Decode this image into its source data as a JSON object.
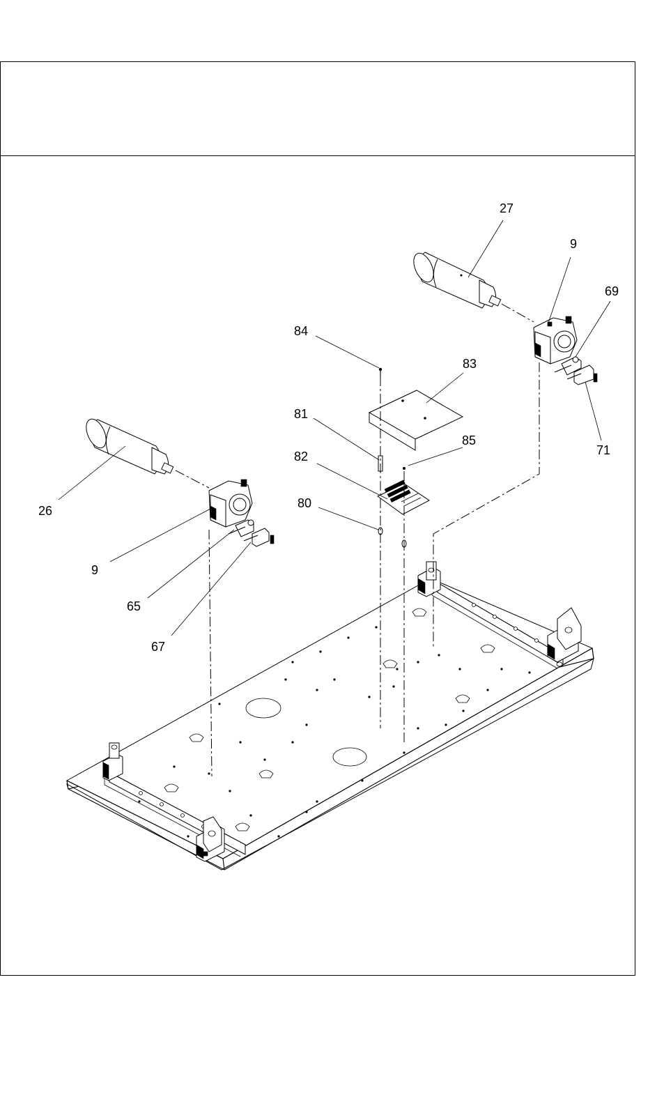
{
  "header": {
    "title": ""
  },
  "callouts": [
    {
      "id": "c27",
      "text": "27"
    },
    {
      "id": "c9a",
      "text": "9"
    },
    {
      "id": "c69",
      "text": "69"
    },
    {
      "id": "c84",
      "text": "84"
    },
    {
      "id": "c83",
      "text": "83"
    },
    {
      "id": "c81",
      "text": "81"
    },
    {
      "id": "c85",
      "text": "85"
    },
    {
      "id": "c71",
      "text": "71"
    },
    {
      "id": "c82",
      "text": "82"
    },
    {
      "id": "c80",
      "text": "80"
    },
    {
      "id": "c26",
      "text": "26"
    },
    {
      "id": "c9b",
      "text": "9"
    },
    {
      "id": "c65",
      "text": "65"
    },
    {
      "id": "c67",
      "text": "67"
    }
  ]
}
